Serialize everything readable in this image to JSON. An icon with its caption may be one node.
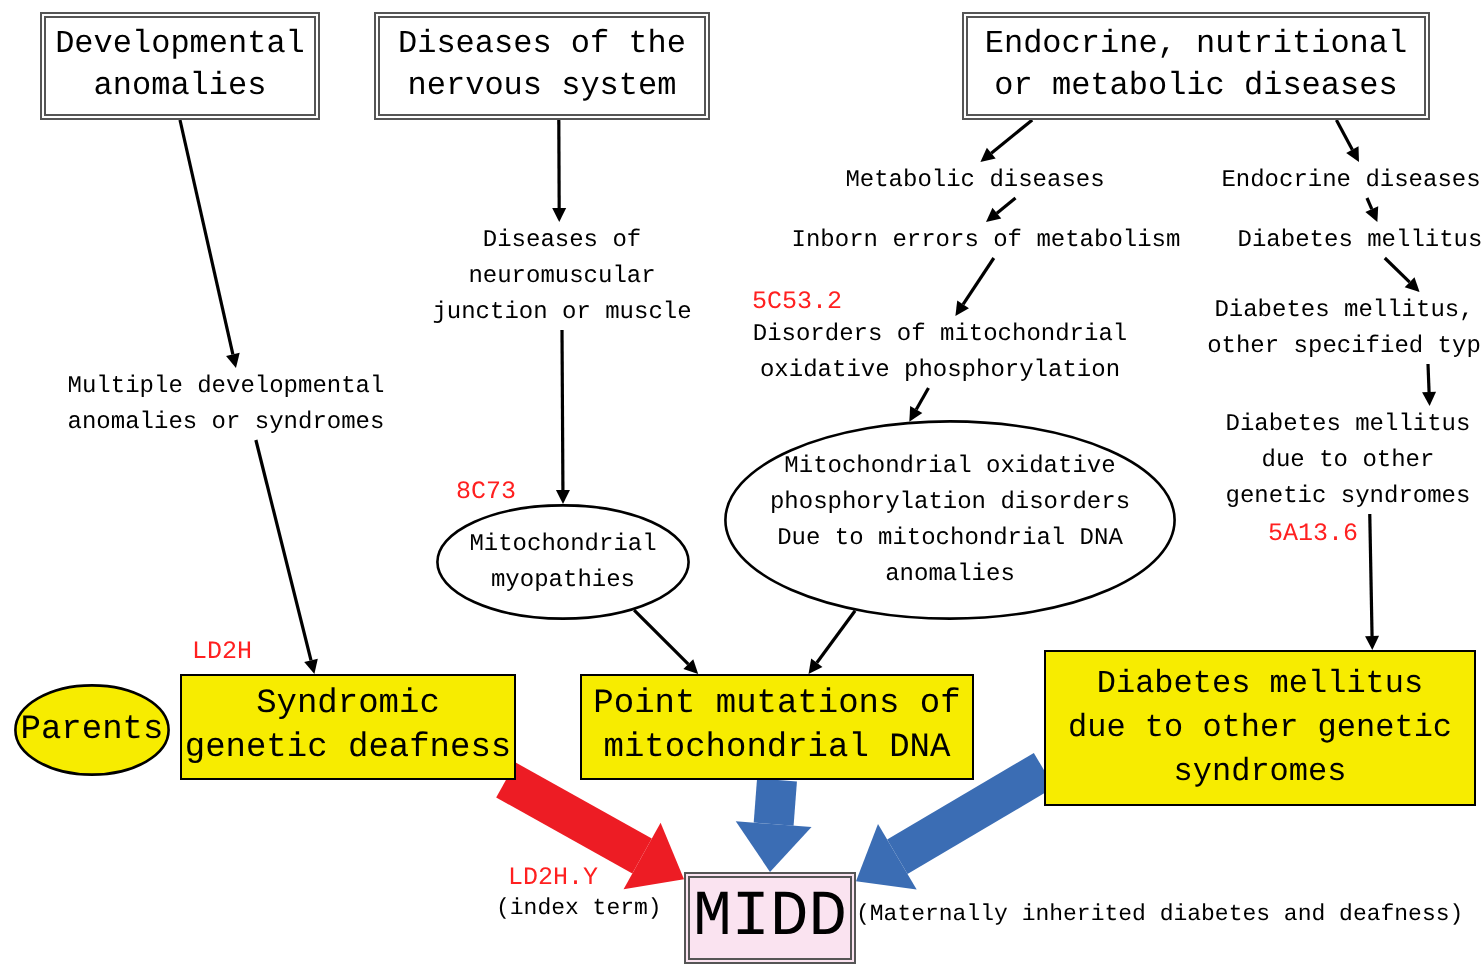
{
  "diagram": {
    "nodes": [
      {
        "text": [
          "Developmental anomalies"
        ]
      },
      {
        "text": [
          "Diseases of the nervous system"
        ]
      },
      {
        "text": [
          "Endocrine, nutritional or metabolic diseases"
        ]
      },
      {
        "text": [
          "Multiple developmental anomalies or syndromes"
        ]
      },
      {
        "text": [
          "Diseases of neuromuscular junction or muscle"
        ]
      },
      {
        "text": [
          "Mitochondrial myopathies"
        ],
        "beside": [
          "8C73"
        ]
      },
      {
        "text": [
          "Metabolic diseases"
        ]
      },
      {
        "text": [
          "Inborn errors of metabolism"
        ]
      },
      {
        "text": [
          "Disorders of mitochondrial oxidative phosphorylation"
        ],
        "beside": [
          "5C53.2"
        ]
      },
      {
        "text": [
          "Mitochondrial oxidative phosphorylation disorders Due to mitochondrial DNA anomalies"
        ]
      },
      {
        "text": [
          "Endocrine diseases"
        ]
      },
      {
        "text": [
          "Diabetes mellitus"
        ]
      },
      {
        "text": [
          "Diabetes mellitus, other specified typ"
        ]
      },
      {
        "text": [
          "Diabetes mellitus due to other genetic syndromes"
        ],
        "beside": [
          "5A13.6"
        ]
      },
      {
        "text": [
          "Parents"
        ]
      },
      {
        "text": [
          "Syndromic genetic deafness"
        ],
        "beside": [
          "LD2H"
        ]
      },
      {
        "text": [
          "Point mutations of mitochondrial DNA"
        ]
      },
      {
        "text": [
          "Diabetes mellitus due to other genetic syndromes"
        ]
      },
      {
        "text": [
          "MIDD"
        ],
        "beside": [
          "LD2H.Y",
          "(index term)",
          "(Maternally inherited diabetes and deafness)"
        ]
      }
    ],
    "edges": [
      {
        "from": 0,
        "to": 3,
        "arrow": "to"
      },
      {
        "from": 3,
        "to": 15,
        "arrow": "to"
      },
      {
        "from": 1,
        "to": 4,
        "arrow": "to"
      },
      {
        "from": 4,
        "to": 5,
        "arrow": "to"
      },
      {
        "from": 2,
        "to": 6,
        "arrow": "to"
      },
      {
        "from": 6,
        "to": 7,
        "arrow": "to"
      },
      {
        "from": 7,
        "to": 8,
        "arrow": "to"
      },
      {
        "from": 8,
        "to": 9,
        "arrow": "to"
      },
      {
        "from": 2,
        "to": 10,
        "arrow": "to"
      },
      {
        "from": 10,
        "to": 11,
        "arrow": "to"
      },
      {
        "from": 11,
        "to": 12,
        "arrow": "to"
      },
      {
        "from": 12,
        "to": 13,
        "arrow": "to"
      },
      {
        "from": 13,
        "to": 17,
        "arrow": "to"
      },
      {
        "from": 5,
        "to": 16,
        "arrow": "to"
      },
      {
        "from": 9,
        "to": 16,
        "arrow": "to"
      },
      {
        "from": 15,
        "to": 18,
        "arrow": "to",
        "style": "thick",
        "color": "#ed1c24"
      },
      {
        "from": 16,
        "to": 18,
        "arrow": "to",
        "style": "thick",
        "color": "#3b6db4"
      },
      {
        "from": 17,
        "to": 18,
        "arrow": "to",
        "style": "thick",
        "color": "#3b6db4"
      }
    ]
  }
}
